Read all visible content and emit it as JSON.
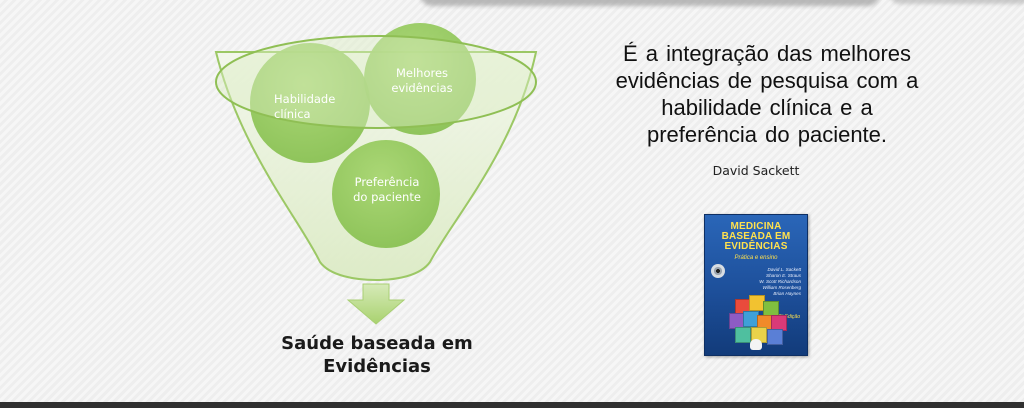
{
  "diagram": {
    "circles": [
      {
        "line1": "Habilidade",
        "line2": "clínica"
      },
      {
        "line1": "Melhores",
        "line2": "evidências"
      },
      {
        "line1": "Preferência",
        "line2": "do paciente"
      }
    ],
    "result_line1": "Saúde baseada em",
    "result_line2": "Evidências"
  },
  "quote": {
    "line1": "É a integração das melhores",
    "line2": "evidências de pesquisa com a",
    "line3": "habilidade clínica e a",
    "line4": "preferência do paciente.",
    "author": "David Sackett"
  },
  "book": {
    "title_line1": "MEDICINA",
    "title_line2": "BASEADA EM",
    "title_line3": "EVIDÊNCIAS",
    "subtitle": "Prática e ensino",
    "authors": [
      "David L. Sackett",
      "Sharon E. Straus",
      "W. Scott Richardson",
      "William Rosenberg",
      "Brian Haynes"
    ],
    "edition": "2ª Edição"
  },
  "colors": {
    "green_light": "#c9e3a3",
    "green_mid": "#9ccc63",
    "green_circle": "#8cc456",
    "funnel_stroke": "#8fbf54",
    "book_blue": "#1d4f9a",
    "book_yellow": "#ffe14d"
  }
}
